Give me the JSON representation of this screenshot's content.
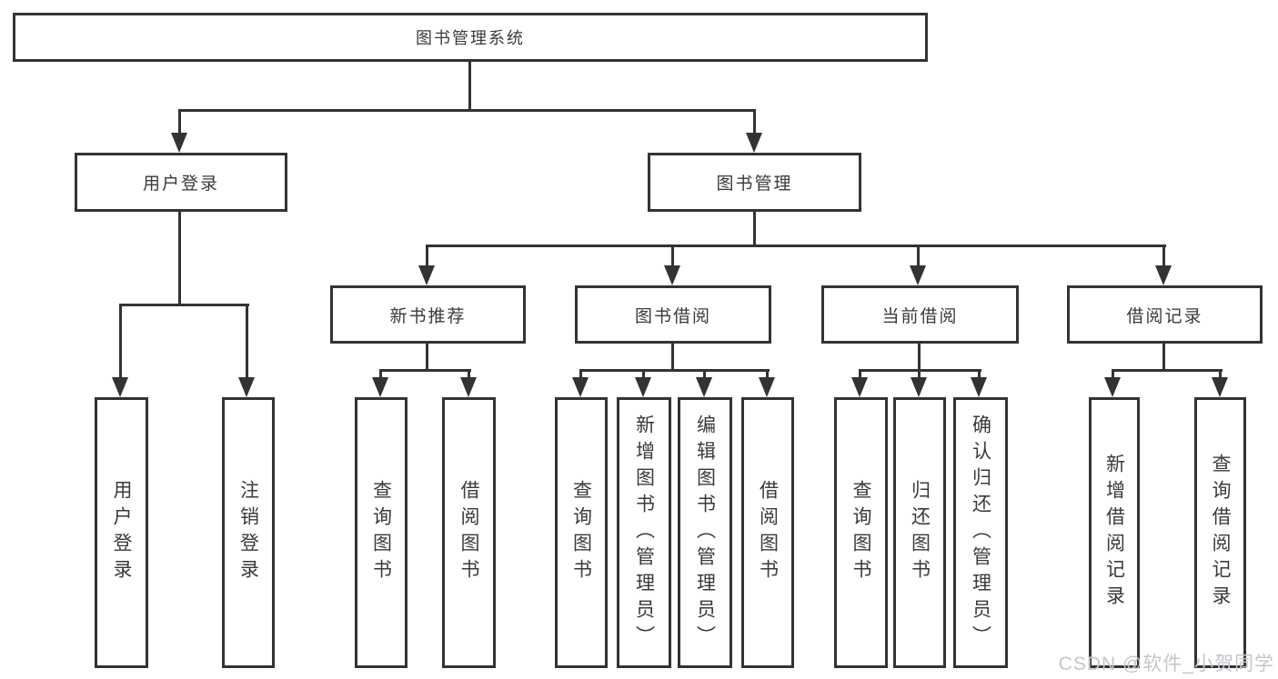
{
  "diagram": {
    "root_label": "图书管理系统",
    "branches": [
      {
        "label": "用户登录",
        "children": [
          {
            "label": "用户登录"
          },
          {
            "label": "注销登录"
          }
        ]
      },
      {
        "label": "图书管理",
        "children": [
          {
            "label": "新书推荐",
            "children": [
              {
                "label": "查询图书"
              },
              {
                "label": "借阅图书"
              }
            ]
          },
          {
            "label": "图书借阅",
            "children": [
              {
                "label": "查询图书"
              },
              {
                "label": "新增图书（管理员）"
              },
              {
                "label": "编辑图书（管理员）"
              },
              {
                "label": "借阅图书"
              }
            ]
          },
          {
            "label": "当前借阅",
            "children": [
              {
                "label": "查询图书"
              },
              {
                "label": "归还图书"
              },
              {
                "label": "确认归还（管理员）"
              }
            ]
          },
          {
            "label": "借阅记录",
            "children": [
              {
                "label": "新增借阅记录"
              },
              {
                "label": "查询借阅记录"
              }
            ]
          }
        ]
      }
    ]
  },
  "watermark": {
    "text": "CSDN @软件_小贺同学"
  },
  "colors": {
    "line": "#333333",
    "text": "#3a3a3a",
    "watermark": "#c3c6cb",
    "background": "#ffffff"
  }
}
